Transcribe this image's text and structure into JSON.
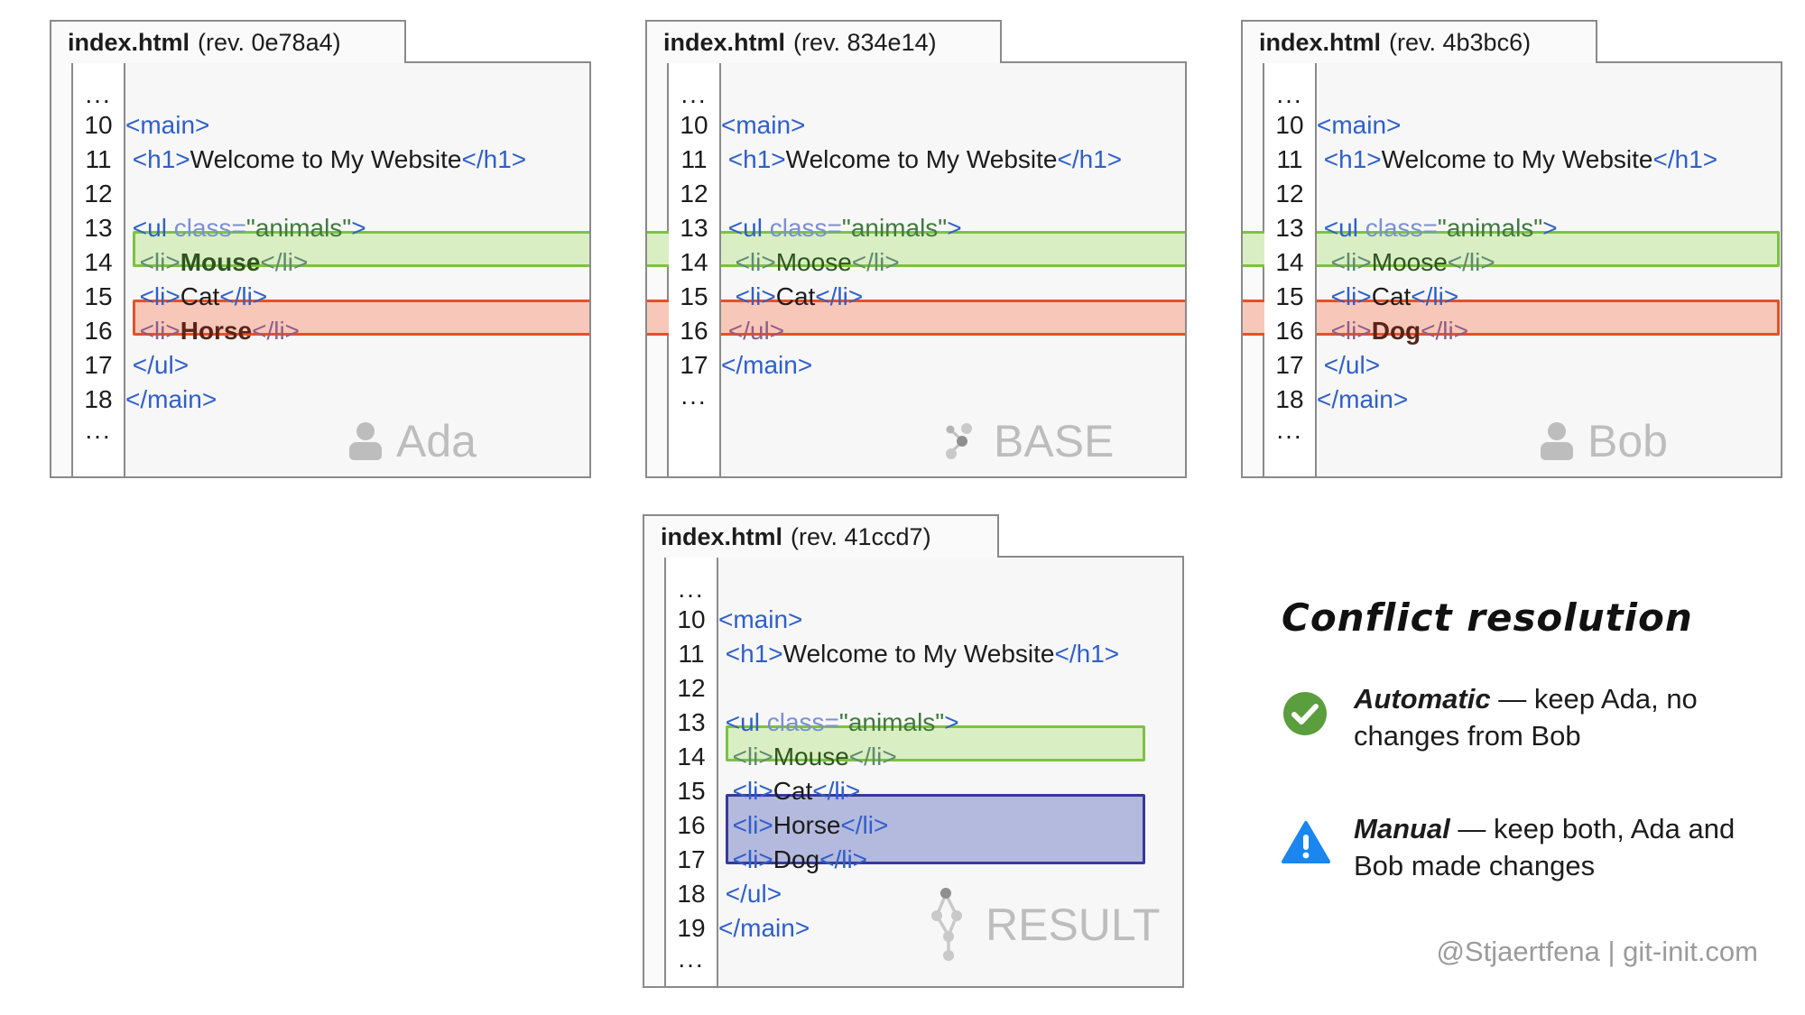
{
  "panels": [
    {
      "id": "ada",
      "file_name": "index.html",
      "revision": "(rev. 0e78a4)",
      "watermark_label": "Ada",
      "watermark_icon": "person-icon",
      "line_numbers": [
        "...",
        "10",
        "11",
        "12",
        "13",
        "14",
        "15",
        "16",
        "17",
        "18",
        "..."
      ],
      "lines": [
        {
          "n": "...",
          "text": ""
        },
        {
          "n": "10",
          "text": "<main>"
        },
        {
          "n": "11",
          "text": "  <h1>Welcome to My Website</h1>"
        },
        {
          "n": "12",
          "text": ""
        },
        {
          "n": "13",
          "text": "  <ul class=\"animals\">"
        },
        {
          "n": "14",
          "text": "   <li>Mouse</li>"
        },
        {
          "n": "15",
          "text": "   <li>Cat</li>"
        },
        {
          "n": "16",
          "text": "   <li>Horse</li>"
        },
        {
          "n": "17",
          "text": "  </ul>"
        },
        {
          "n": "18",
          "text": "</main>"
        },
        {
          "n": "...",
          "text": ""
        }
      ]
    },
    {
      "id": "base",
      "file_name": "index.html",
      "revision": "(rev. 834e14)",
      "watermark_label": "BASE",
      "watermark_icon": "git-branch-icon",
      "line_numbers": [
        "...",
        "10",
        "11",
        "12",
        "13",
        "14",
        "15",
        "16",
        "17",
        "..."
      ],
      "lines": [
        {
          "n": "...",
          "text": ""
        },
        {
          "n": "10",
          "text": "<main>"
        },
        {
          "n": "11",
          "text": "  <h1>Welcome to My Website</h1>"
        },
        {
          "n": "12",
          "text": ""
        },
        {
          "n": "13",
          "text": "  <ul class=\"animals\">"
        },
        {
          "n": "14",
          "text": "   <li>Moose</li>"
        },
        {
          "n": "15",
          "text": "   <li>Cat</li>"
        },
        {
          "n": "16",
          "text": "  </ul>"
        },
        {
          "n": "17",
          "text": "</main>"
        },
        {
          "n": "...",
          "text": ""
        }
      ]
    },
    {
      "id": "bob",
      "file_name": "index.html",
      "revision": "(rev. 4b3bc6)",
      "watermark_label": "Bob",
      "watermark_icon": "person-icon",
      "line_numbers": [
        "...",
        "10",
        "11",
        "12",
        "13",
        "14",
        "15",
        "16",
        "17",
        "18",
        "..."
      ],
      "lines": [
        {
          "n": "...",
          "text": ""
        },
        {
          "n": "10",
          "text": "<main>"
        },
        {
          "n": "11",
          "text": "  <h1>Welcome to My Website</h1>"
        },
        {
          "n": "12",
          "text": ""
        },
        {
          "n": "13",
          "text": "  <ul class=\"animals\">"
        },
        {
          "n": "14",
          "text": "   <li>Moose</li>"
        },
        {
          "n": "15",
          "text": "   <li>Cat</li>"
        },
        {
          "n": "16",
          "text": "   <li>Dog</li>"
        },
        {
          "n": "17",
          "text": "  </ul>"
        },
        {
          "n": "18",
          "text": "</main>"
        },
        {
          "n": "...",
          "text": ""
        }
      ]
    },
    {
      "id": "result",
      "file_name": "index.html",
      "revision": "(rev. 41ccd7)",
      "watermark_label": "RESULT",
      "watermark_icon": "git-merge-icon",
      "line_numbers": [
        "...",
        "10",
        "11",
        "12",
        "13",
        "14",
        "15",
        "16",
        "17",
        "18",
        "19",
        "..."
      ],
      "lines": [
        {
          "n": "...",
          "text": ""
        },
        {
          "n": "10",
          "text": "<main>"
        },
        {
          "n": "11",
          "text": "  <h1>Welcome to My Website</h1>"
        },
        {
          "n": "12",
          "text": ""
        },
        {
          "n": "13",
          "text": "  <ul class=\"animals\">"
        },
        {
          "n": "14",
          "text": "   <li>Mouse</li>"
        },
        {
          "n": "15",
          "text": "   <li>Cat</li>"
        },
        {
          "n": "16",
          "text": "   <li>Horse</li>"
        },
        {
          "n": "17",
          "text": "   <li>Dog</li>"
        },
        {
          "n": "18",
          "text": "  </ul>"
        },
        {
          "n": "19",
          "text": "</main>"
        },
        {
          "n": "...",
          "text": ""
        }
      ]
    }
  ],
  "legend": {
    "title": "Conflict resolution",
    "items": [
      {
        "icon": "check-circle-icon",
        "term": "Automatic",
        "dash": " — ",
        "description": "keep Ada, no changes from Bob"
      },
      {
        "icon": "warning-triangle-icon",
        "term": "Manual",
        "dash": " — ",
        "description": "keep both, Ada and Bob made changes"
      }
    ]
  },
  "footer": {
    "credit": "@Stjaertfena | git-init.com"
  },
  "colors": {
    "added_fill": "#daeec3",
    "added_border": "#7cc242",
    "removed_fill": "#f7c8ba",
    "removed_border": "#e4512a",
    "conflict_fill": "#b4b9de",
    "conflict_border": "#363a9b",
    "tag": "#2f5fc9",
    "attr_name": "#7b8fd4",
    "attr_value": "#3f7a3f",
    "check_green": "#5a9e3d",
    "warning_blue": "#1a86f0",
    "watermark_gray": "#bdbdbd"
  }
}
